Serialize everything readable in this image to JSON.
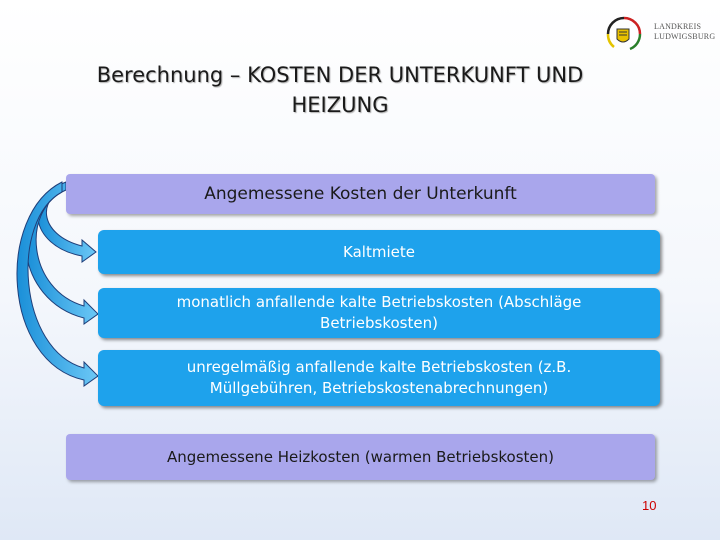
{
  "slide": {
    "title_line1": "Berechnung – KOSTEN DER UNTERKUNFT UND",
    "title_line2": "HEIZUNG",
    "page_number": "10"
  },
  "logo": {
    "line1": "LANDKREIS",
    "line2": "LUDWIGSBURG"
  },
  "boxes": {
    "unterkunft": "Angemessene Kosten der Unterkunft",
    "kaltmiete": "Kaltmiete",
    "betriebskosten": "monatlich anfallende kalte Betriebskosten (Abschläge Betriebskosten)",
    "unregelmaessig": "unregelmäßig anfallende kalte Betriebskosten (z.B. Müllgebühren, Betriebskostenabrechnungen)",
    "heizkosten": "Angemessene Heizkosten (warmen Betriebskosten)"
  },
  "colors": {
    "purple_box": "#a9a6ec",
    "blue_box": "#1ea2ec",
    "page_number": "#cc0000"
  }
}
